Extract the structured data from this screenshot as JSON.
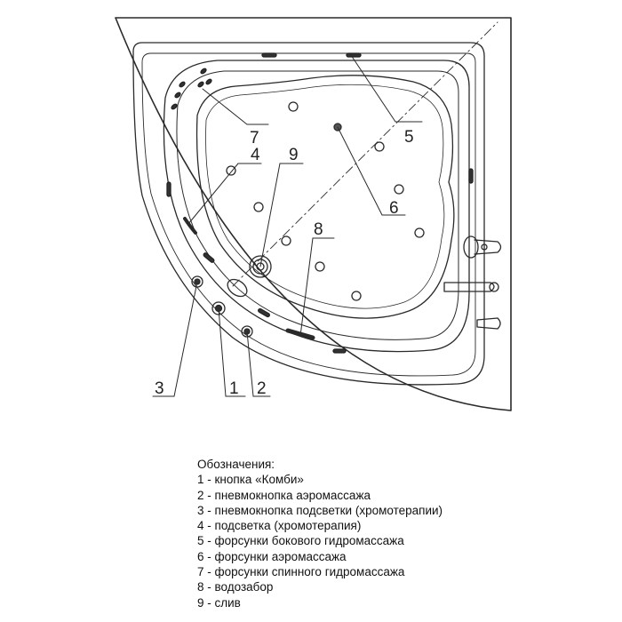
{
  "diagram": {
    "callouts": [
      "7",
      "5",
      "4",
      "9",
      "6",
      "8",
      "3",
      "1",
      "2"
    ]
  },
  "legend": {
    "title": "Обозначения:",
    "items": [
      "1 - кнопка «Комби»",
      "2 - пневмокнопка аэромассажа",
      "3 - пневмокнопка подсветки (хромотерапии)",
      "4 - подсветка (хромотерапия)",
      "5 - форсунки бокового гидромассажа",
      "6 - форсунки аэромассажа",
      "7 - форсунки спинного гидромассажа",
      "8 - водозабор",
      "9 - слив"
    ]
  }
}
